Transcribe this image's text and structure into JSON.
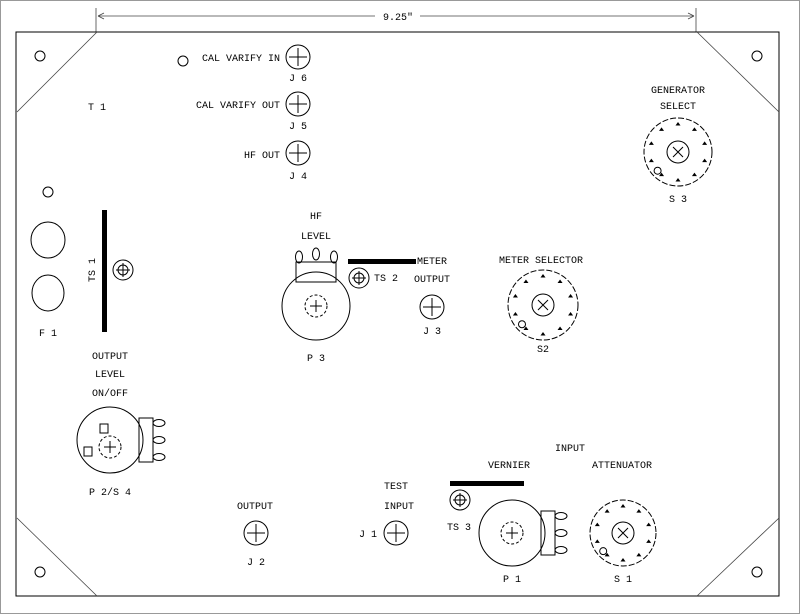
{
  "dimension": "9.25\"",
  "labels": {
    "cal_varify_in": "CAL VARIFY IN",
    "cal_varify_out": "CAL VARIFY OUT",
    "hf_out": "HF OUT",
    "j6": "J 6",
    "j5": "J 5",
    "j4": "J 4",
    "j3": "J 3",
    "j2": "J 2",
    "j1": "J 1",
    "t1": "T 1",
    "generator": "GENERATOR",
    "select": "SELECT",
    "s3": "S 3",
    "f1": "F 1",
    "ts1": "TS 1",
    "hf": "HF",
    "level": "LEVEL",
    "ts2": "TS 2",
    "meter": "METER",
    "output": "OUTPUT",
    "p3": "P 3",
    "meter_selector": "METER SELECTOR",
    "s2": "S2",
    "output_level_1": "OUTPUT",
    "output_level_2": "LEVEL",
    "on_off": "ON/OFF",
    "p2s4": "P 2/S 4",
    "output_j2": "OUTPUT",
    "test": "TEST",
    "input_j1": "INPUT",
    "input": "INPUT",
    "vernier": "VERNIER",
    "attenuator": "ATTENUATOR",
    "ts3": "TS 3",
    "p1": "P 1",
    "s1": "S 1"
  }
}
